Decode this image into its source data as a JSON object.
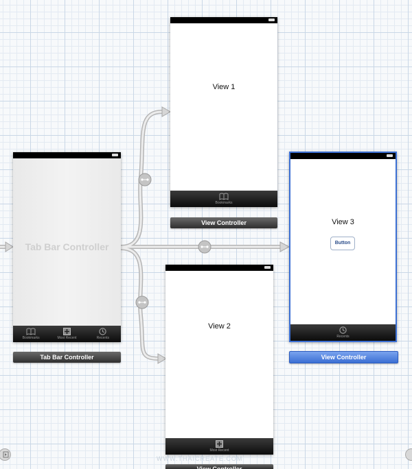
{
  "tab_bar_controller": {
    "title": "Tab Bar Controller",
    "label": "Tab Bar Controller",
    "tabs": [
      {
        "label": "Bookmarks",
        "icon": "book-icon"
      },
      {
        "label": "Most Recent",
        "icon": "plus-square-icon"
      },
      {
        "label": "Recents",
        "icon": "clock-icon"
      }
    ]
  },
  "view1": {
    "title": "View 1",
    "label": "View Controller",
    "tab": {
      "label": "Bookmarks",
      "icon": "book-icon"
    }
  },
  "view2": {
    "title": "View 2",
    "label": "View Controller",
    "tab": {
      "label": "Most Recent",
      "icon": "plus-square-icon"
    }
  },
  "view3": {
    "title": "View 3",
    "label": "View Controller",
    "button": "Button",
    "tab": {
      "label": "Recents",
      "icon": "clock-icon"
    }
  },
  "watermark": "WWW.THAICREATE.COM",
  "colors": {
    "selection": "#3b6fd4",
    "segue": "#b8b8b8",
    "tabbar": "#111111"
  }
}
